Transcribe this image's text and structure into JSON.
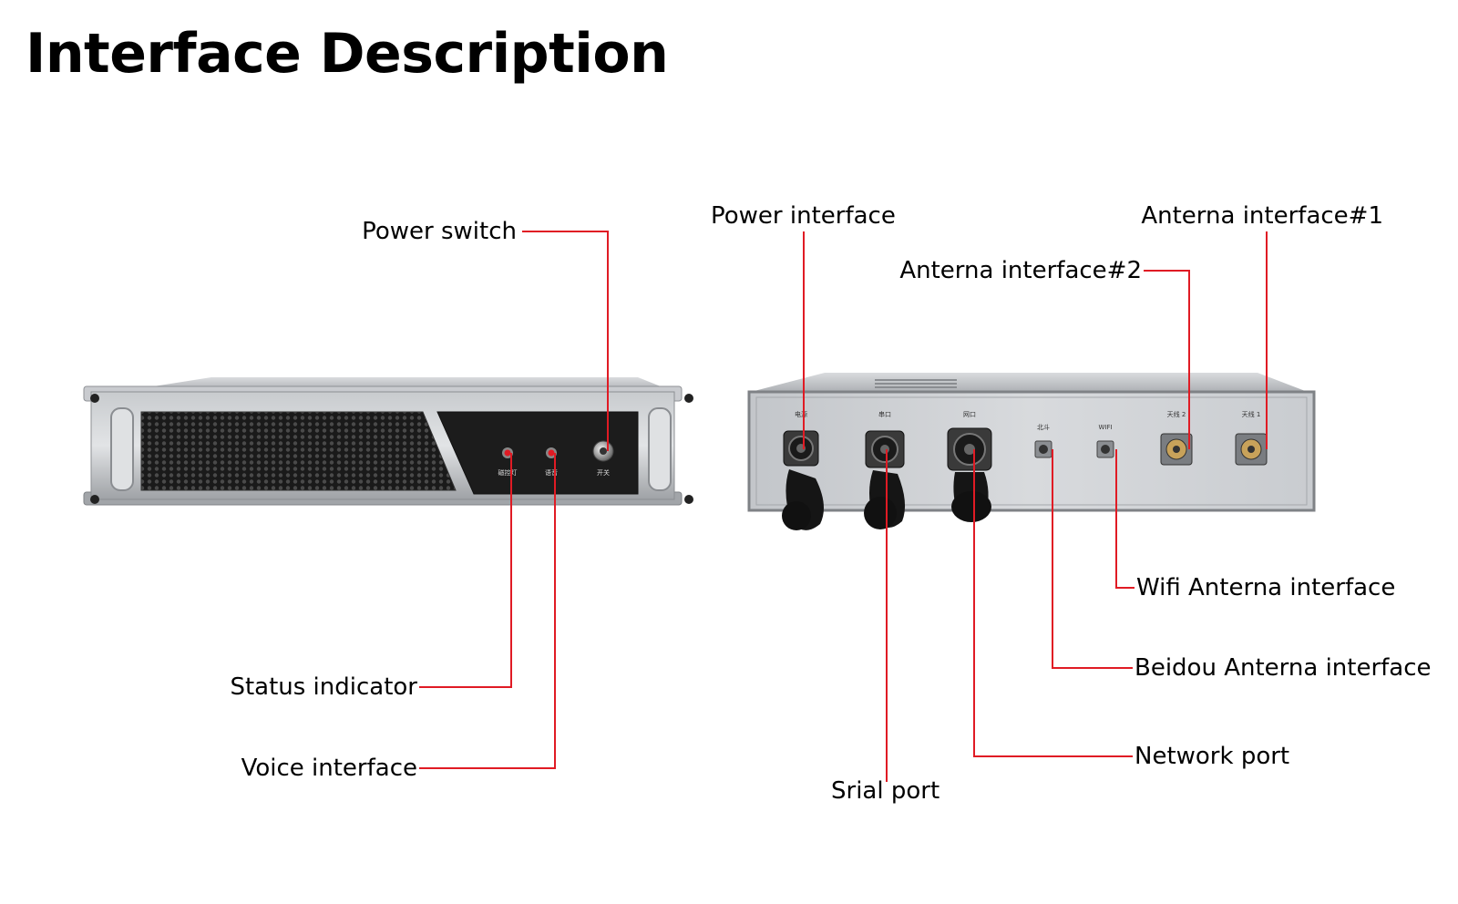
{
  "title": "Interface Description",
  "front_labels": {
    "power_switch": "Power switch",
    "status_indicator": "Status indicator",
    "voice_interface": "Voice interface"
  },
  "rear_labels": {
    "power_interface": "Power interface",
    "antenna_1": "Anterna interface#1",
    "antenna_2": "Anterna interface#2",
    "wifi_antenna": "Wifi Anterna interface",
    "beidou_antenna": "Beidou Anterna interface",
    "network_port": "Network port",
    "serial_port": "Srial port"
  },
  "panel_marks": {
    "front_status": "磁控灯",
    "front_voice": "语音",
    "front_switch": "开关",
    "rear_power": "电源",
    "rear_serial": "串口",
    "rear_network": "网口",
    "rear_beidou": "北斗",
    "rear_wifi": "WIFI",
    "rear_ant2": "天线 2",
    "rear_ant1": "天线 1"
  },
  "colors": {
    "leader_line": "#e01b24",
    "chassis": "#b9bcc0",
    "front_panel": "#1c1c1c"
  }
}
